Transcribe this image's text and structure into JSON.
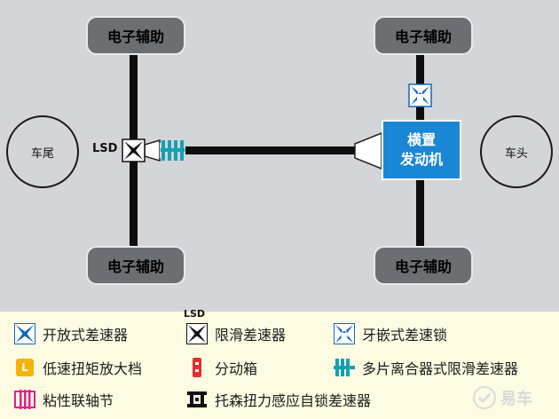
{
  "diagram": {
    "aux_label": "电子辅助",
    "rear_label": "车尾",
    "front_label": "车头",
    "engine_line1": "横置",
    "engine_line2": "发动机",
    "lsd_label": "LSD"
  },
  "legend": {
    "open_diff": "开放式差速器",
    "lsd_top": "LSD",
    "lsd_diff": "限滑差速器",
    "locking_diff": "牙嵌式差速锁",
    "low_range": "低速扭矩放大档",
    "low_range_badge": "L",
    "transfer_case": "分动箱",
    "multi_plate": "多片离合器式限滑差速器",
    "viscous": "粘性联轴节",
    "torsen": "托森扭力感应自锁差速器"
  },
  "watermark": {
    "text": "易车"
  },
  "colors": {
    "diagram_bg": "#d3d5d8",
    "legend_bg": "#fdfbe2",
    "engine": "#1a86d6",
    "open_diff": "#1565c0",
    "multi_plate": "#14a0b4",
    "transfer_case": "#e03030",
    "low_range": "#f4b400",
    "viscous": "#e0228c"
  }
}
